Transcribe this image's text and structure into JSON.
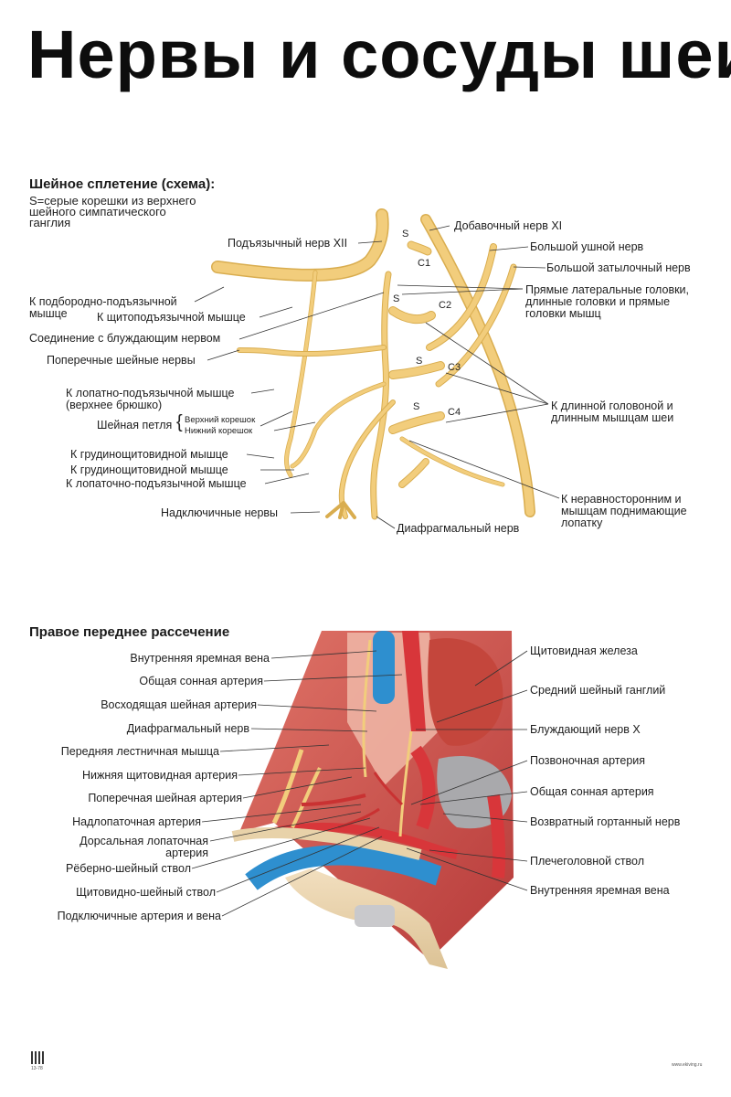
{
  "title": "Нервы и сосуды шеи",
  "plexus": {
    "heading": "Шейное сплетение (схема):",
    "note_lines": [
      "S=серые корешки из верхнего",
      "шейного симпатического",
      "ганглия"
    ],
    "seg": [
      "C1",
      "C2",
      "C3",
      "C4"
    ],
    "s_mark": "S",
    "labels": {
      "hypoglossal": "Подъязычный нерв XII",
      "accessory": "Добавочный нерв XI",
      "great_auricular": "Большой ушной нерв",
      "lesser_occipital": "Большой затылочный нерв",
      "rectus_lines": [
        "Прямые латеральные головки,",
        "длинные головки и прямые",
        "головки мышц"
      ],
      "geniohyoid_lines": [
        "К подбородно-подъязычной",
        "мышце"
      ],
      "thyrohyoid": "К щитоподъязычной мышце",
      "vagus_conn": "Соединение с блуждающим нервом",
      "transverse": "Поперечные шейные нервы",
      "omohyoid_sup_lines": [
        "К лопатно-подъязычной мышце",
        "(верхнее брюшко)"
      ],
      "ansa": "Шейная петля",
      "upper_root": "Верхний корешок",
      "lower_root": "Нижний корешок",
      "sternohyoid": "К грудинощитовидной мышце",
      "sternothyroid": "К грудинощитовидной мышце",
      "omohyoid_inf": "К лопаточно-подъязычной мышце",
      "supraclavicular": "Надключичные нервы",
      "phrenic": "Диафрагмальный нерв",
      "longus_lines": [
        "К длинной головоной и",
        "длинным мышцам шеи"
      ],
      "scalene_lines": [
        "К неравносторонним и",
        "мышцам поднимающие",
        "лопатку"
      ]
    }
  },
  "dissection": {
    "heading": "Правое переднее рассечение",
    "left_labels": [
      [
        "Внутренняя яремная вена"
      ],
      [
        "Общая сонная артерия"
      ],
      [
        "Восходящая шейная артерия"
      ],
      [
        "Диафрагмальный нерв"
      ],
      [
        "Передняя лестничная мышца"
      ],
      [
        "Нижняя щитовидная артерия"
      ],
      [
        "Поперечная шейная артерия"
      ],
      [
        "Надлопаточная артерия"
      ],
      [
        "Дорсальная лопаточная",
        "артерия"
      ],
      [
        "Рёберно-шейный ствол"
      ],
      [
        "Щитовидно-шейный ствол"
      ],
      [
        "Подключичные артерия и вена"
      ]
    ],
    "right_labels": [
      "Щитовидная железа",
      "Средний шейный ганглий",
      "Блуждающий нерв X",
      "Позвоночная артерия",
      "Общая сонная артерия",
      "Возвратный гортанный нерв",
      "Плечеголовной ствол",
      "Внутренняя яремная вена"
    ]
  },
  "footer": {
    "code": "13-78",
    "site": "www.ekiving.ru"
  },
  "colors": {
    "nerve": "#f2cd7c",
    "nerve_stroke": "#d9ad4f",
    "artery": "#d8363a",
    "vein": "#2e8fcf",
    "muscle": "#d6605a"
  }
}
